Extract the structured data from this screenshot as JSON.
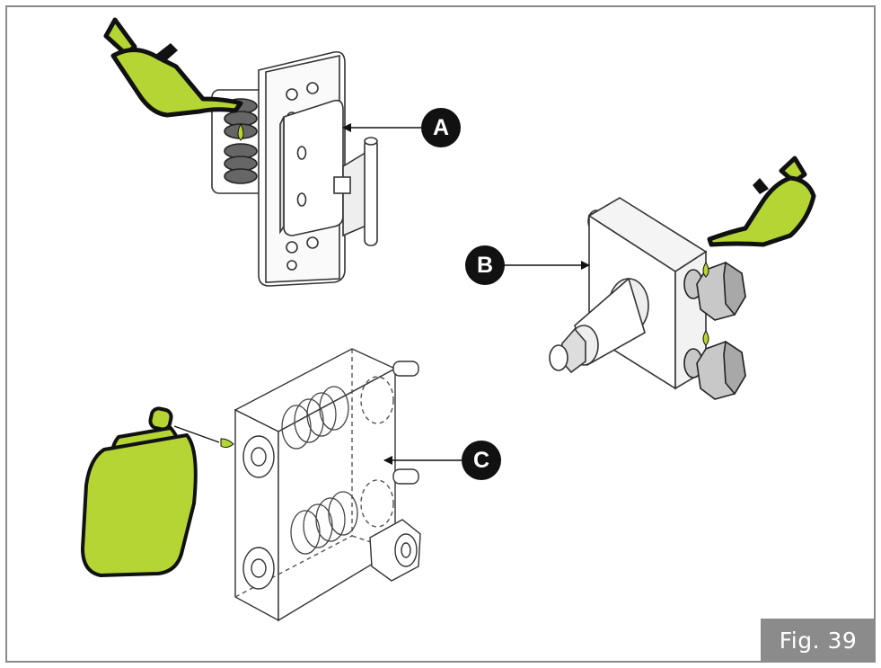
{
  "figure": {
    "label": "Fig. 39",
    "callouts": {
      "a": "A",
      "b": "B",
      "c": "C"
    }
  },
  "colors": {
    "accent_lubricant": "#b5d534",
    "ink": "#111111",
    "frame": "#8a8a8a",
    "label_bg": "#8b8b8b",
    "part_grey": "#d0d0d0"
  },
  "icons": [
    "oil-can-icon",
    "oil-bottle-icon",
    "oil-drop-icon"
  ]
}
